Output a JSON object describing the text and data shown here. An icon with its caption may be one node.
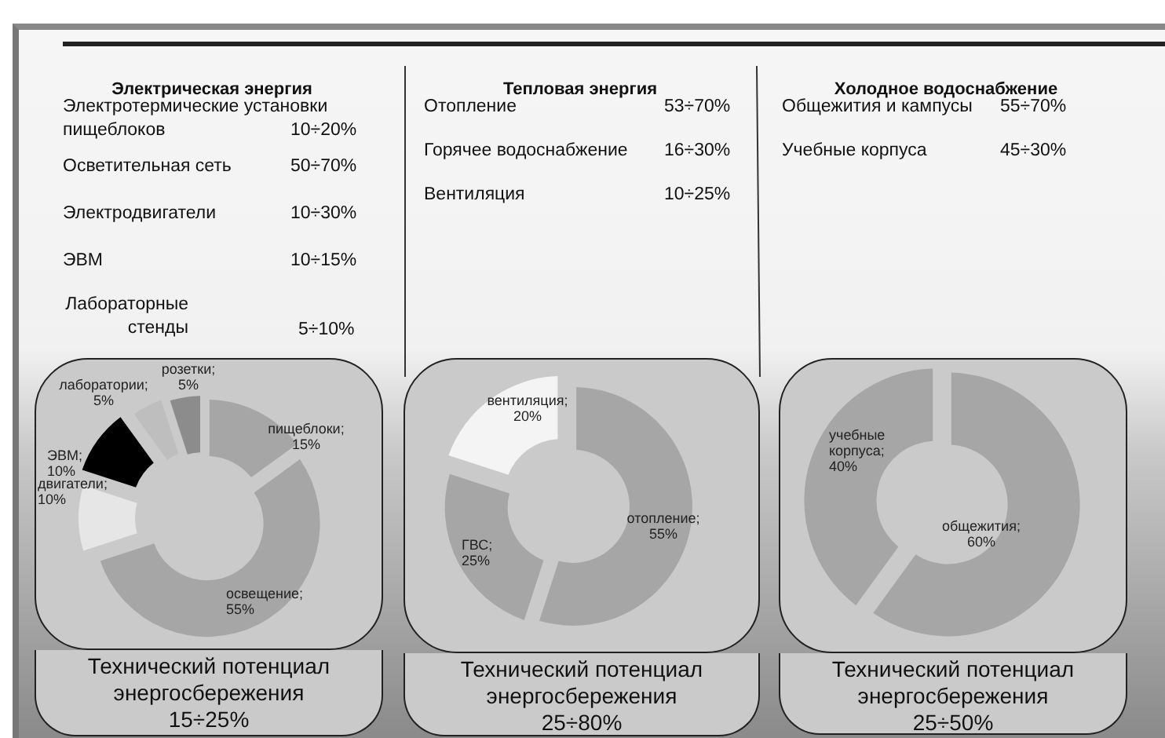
{
  "diagram": {
    "nodes": [
      {
        "text": [
          "Технический потенциал энергосбережения",
          "15÷25%"
        ]
      },
      {
        "text": [
          "Технический потенциал энергосбережения",
          "25÷80%"
        ]
      },
      {
        "text": [
          "Технический потенциал энергосбережения",
          "25÷50%"
        ]
      }
    ],
    "labels": [
      "Электрическая энергия",
      "Электротермические установки пищеблоков",
      "10÷20%",
      "Осветительная сеть",
      "50÷70%",
      "Электродвигатели",
      "10÷30%",
      "ЭВМ",
      "10÷15%",
      "Лабораторные стенды",
      "5÷10%",
      "Тепловая энергия",
      "Отопление",
      "53÷70%",
      "Горячее водоснабжение",
      "16÷30%",
      "Вентиляция",
      "10÷25%",
      "Холодное водоснабжение",
      "Общежития и кампусы",
      "55÷70%",
      "Учебные корпуса",
      "45÷30%"
    ],
    "chart_data": [
      {
        "type": "donut",
        "values": [
          15,
          55,
          10,
          10,
          5,
          5
        ],
        "value_labels": [
          "пищеблоки; 15%",
          "освещение; 55%",
          "двигатели; 10%",
          "ЭВМ; 10%",
          "лаборатории; 5%",
          "розетки; 5%"
        ]
      },
      {
        "type": "donut",
        "values": [
          55,
          25,
          20
        ],
        "value_labels": [
          "отопление; 55%",
          "ГВС; 25%",
          "вентиляция; 20%"
        ]
      },
      {
        "type": "donut",
        "values": [
          60,
          40
        ],
        "value_labels": [
          "общежития; 60%",
          "учебные корпуса; 40%"
        ]
      }
    ]
  }
}
